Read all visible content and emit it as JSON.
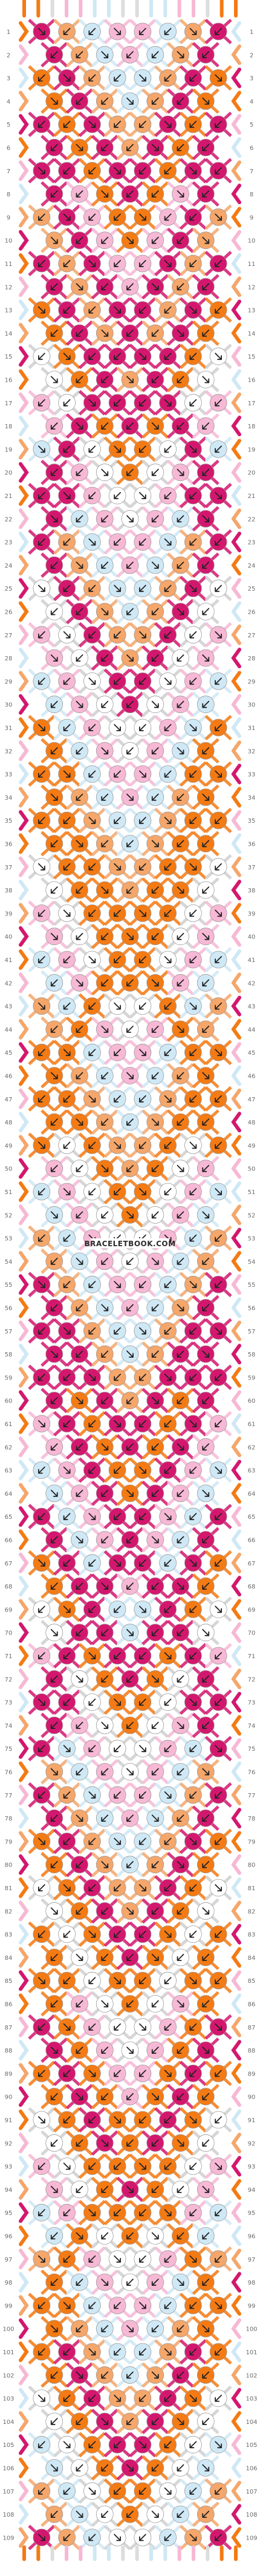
{
  "pattern": {
    "watermark": "BRACELETBOOK.COM",
    "row_count": 109,
    "strings": 16,
    "colors": {
      "pink": "#f7b8d5",
      "lightblue": "#cfe8f5",
      "orange": "#f47a14",
      "peach": "#f5a66a",
      "magenta": "#d4176e",
      "white": "#ffffff"
    },
    "string_colors": [
      "orange",
      "orange",
      "white",
      "pink",
      "pink",
      "lightblue",
      "lightblue",
      "white",
      "white",
      "lightblue",
      "lightblue",
      "pink",
      "pink",
      "white",
      "orange",
      "orange"
    ],
    "knot_icon": "arrow-knot-icon"
  }
}
